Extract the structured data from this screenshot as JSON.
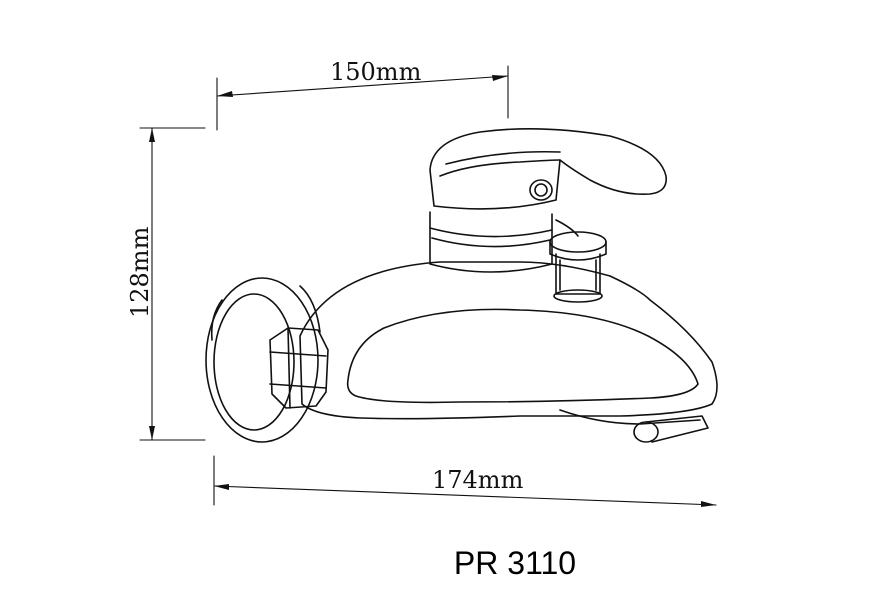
{
  "dimensions": {
    "width_top": "150mm",
    "height": "128mm",
    "width_bottom": "174mm"
  },
  "model": "PR 3110",
  "colors": {
    "line": "#111111",
    "background": "#ffffff"
  }
}
